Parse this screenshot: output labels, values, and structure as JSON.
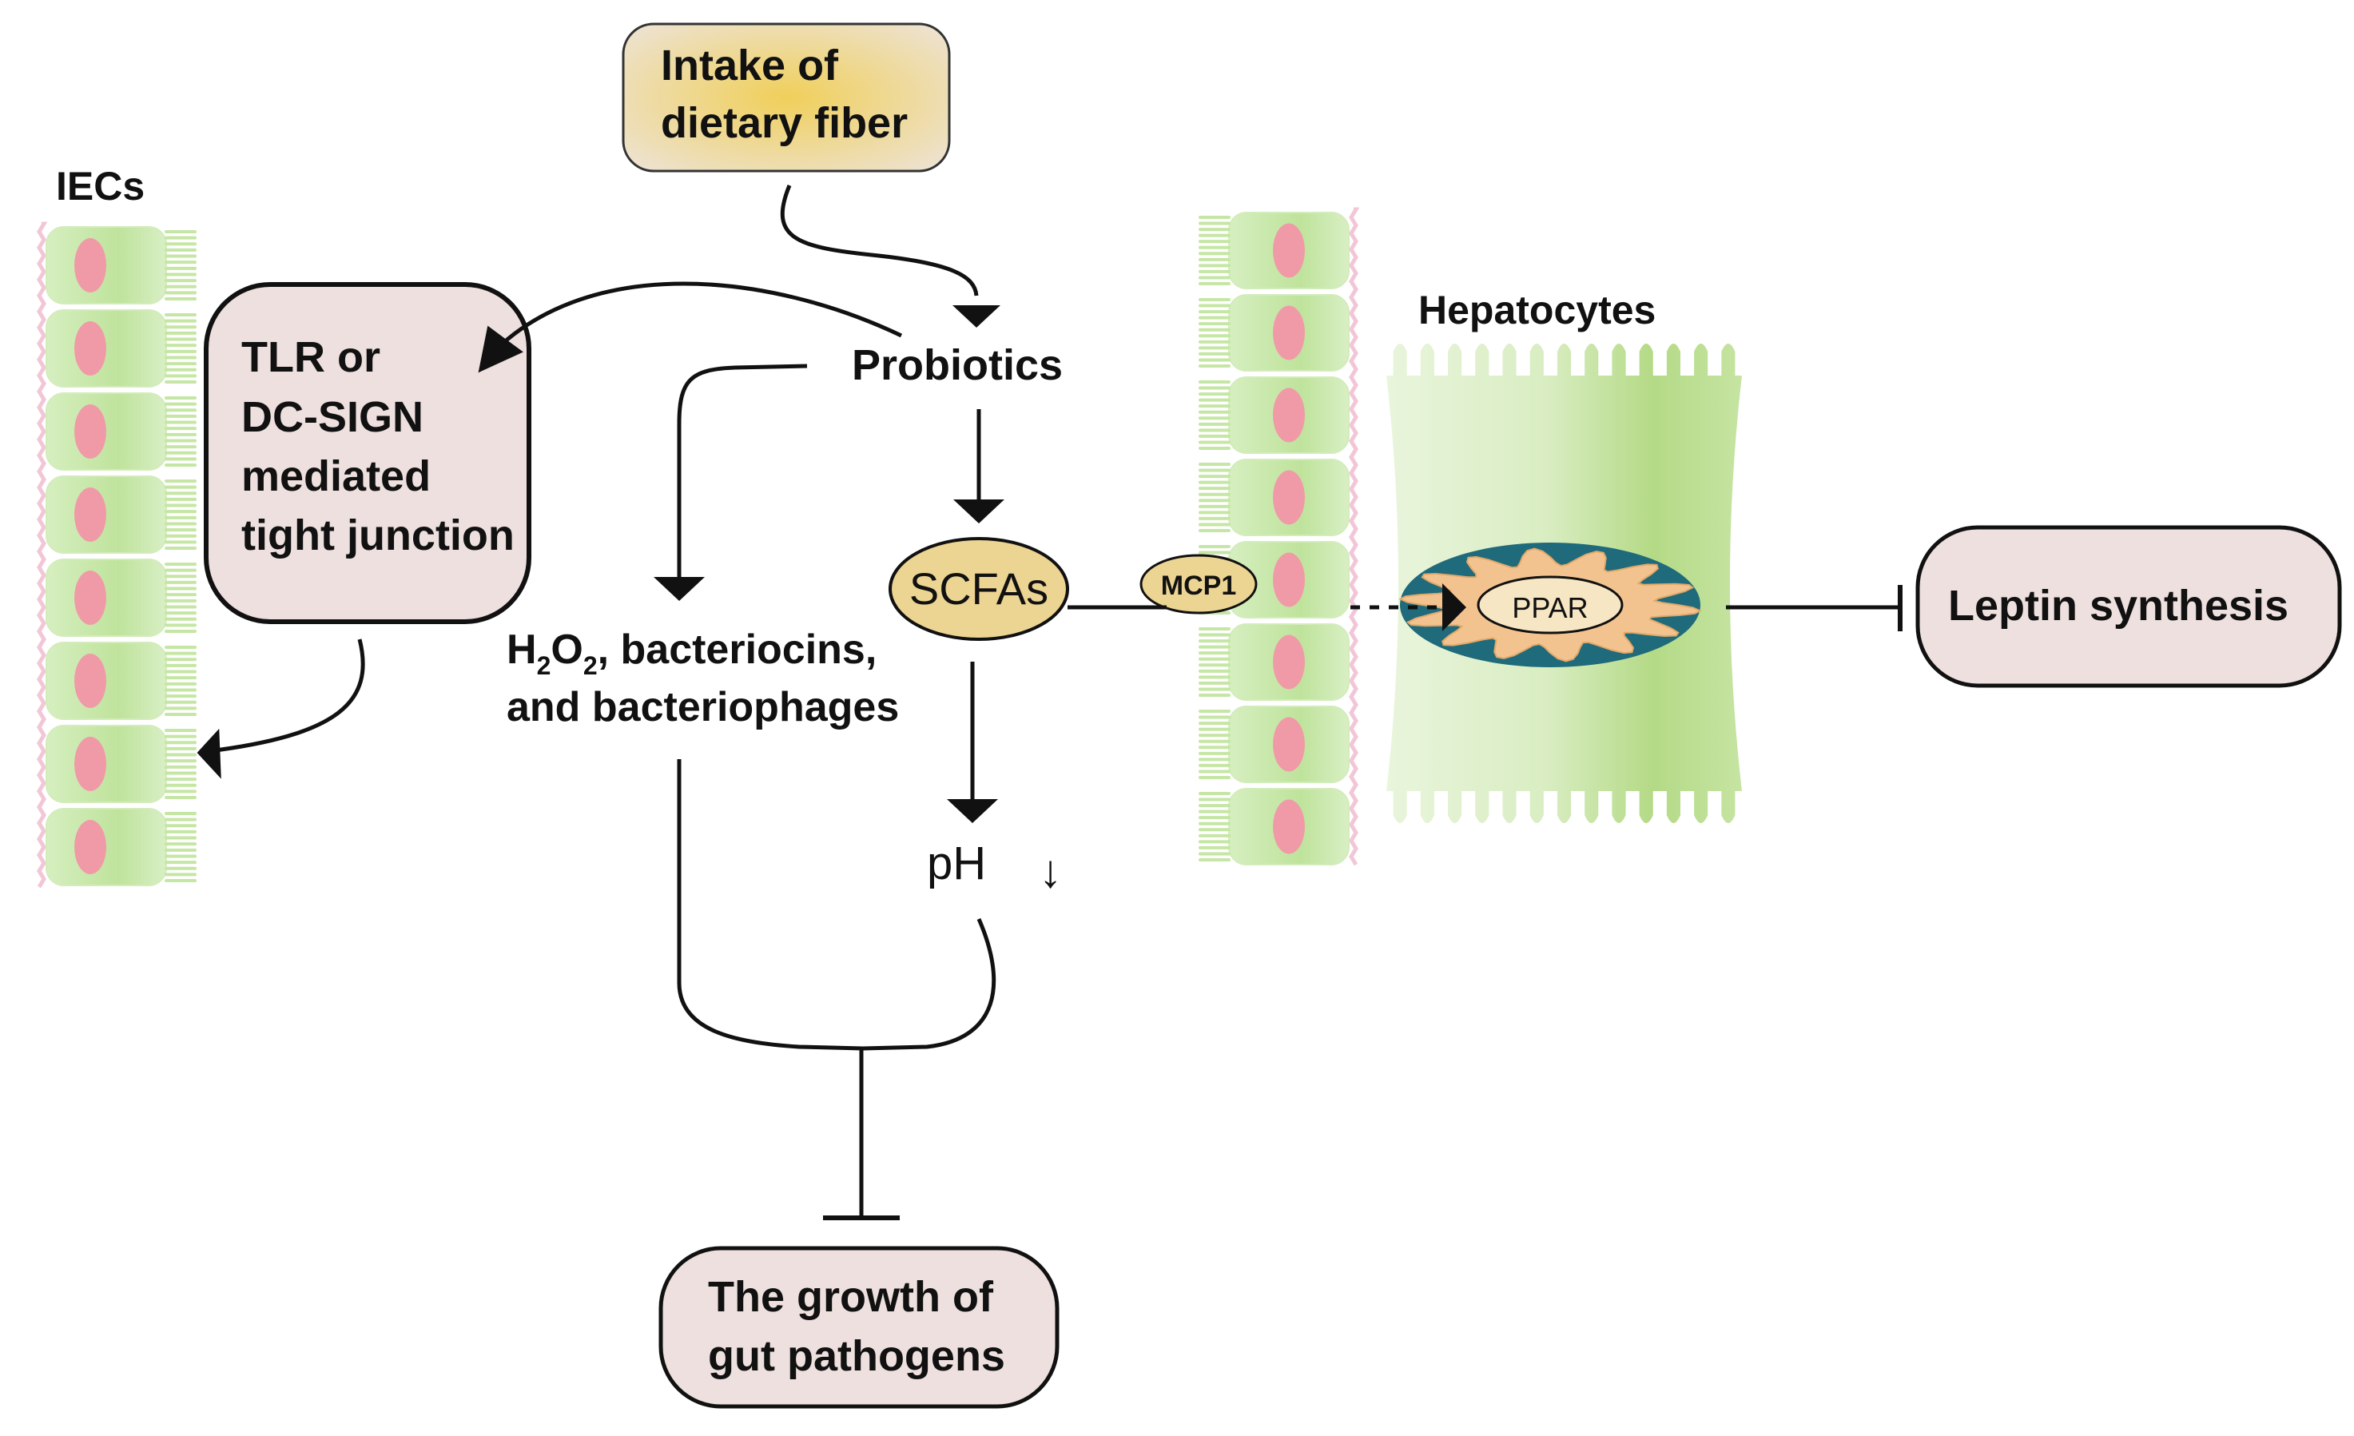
{
  "nodes": {
    "dietary_fiber": {
      "line1": "Intake of",
      "line2": "dietary fiber"
    },
    "probiotics": "Probiotics",
    "tlr": {
      "line1": "TLR or",
      "line2": "DC-SIGN",
      "line3": "mediated",
      "line4": "tight junction"
    },
    "iecs": "IECs",
    "antimicrobials": {
      "h": "H",
      "sub2a": "2",
      "o": "O",
      "sub2b": "2",
      "rest": ", bacteriocins,",
      "line2": "and bacteriophages"
    },
    "scfas": "SCFAs",
    "mcp1": "MCP1",
    "ph": {
      "label": "pH",
      "arrow": "↓"
    },
    "hepatocytes": "Hepatocytes",
    "ppar": "PPAR",
    "leptin": "Leptin synthesis",
    "pathogens": {
      "line1": "The growth of",
      "line2": "gut pathogens"
    }
  },
  "colors": {
    "fiber_gradient": [
      "#f1d270",
      "#ede0c4"
    ],
    "box_fill": "#ede0de",
    "cell_green": "#c5e6a4",
    "nucleus_pink": "#f09aa8",
    "membrane_pink": "#f2c6d6",
    "mitochondrion_outer": "#1f6a7b",
    "mitochondrion_inner": "#f3c38f",
    "scfas_fill": "#ecd492",
    "hepatocyte_green": [
      "#e6f3d6",
      "#b9dc8b"
    ]
  }
}
